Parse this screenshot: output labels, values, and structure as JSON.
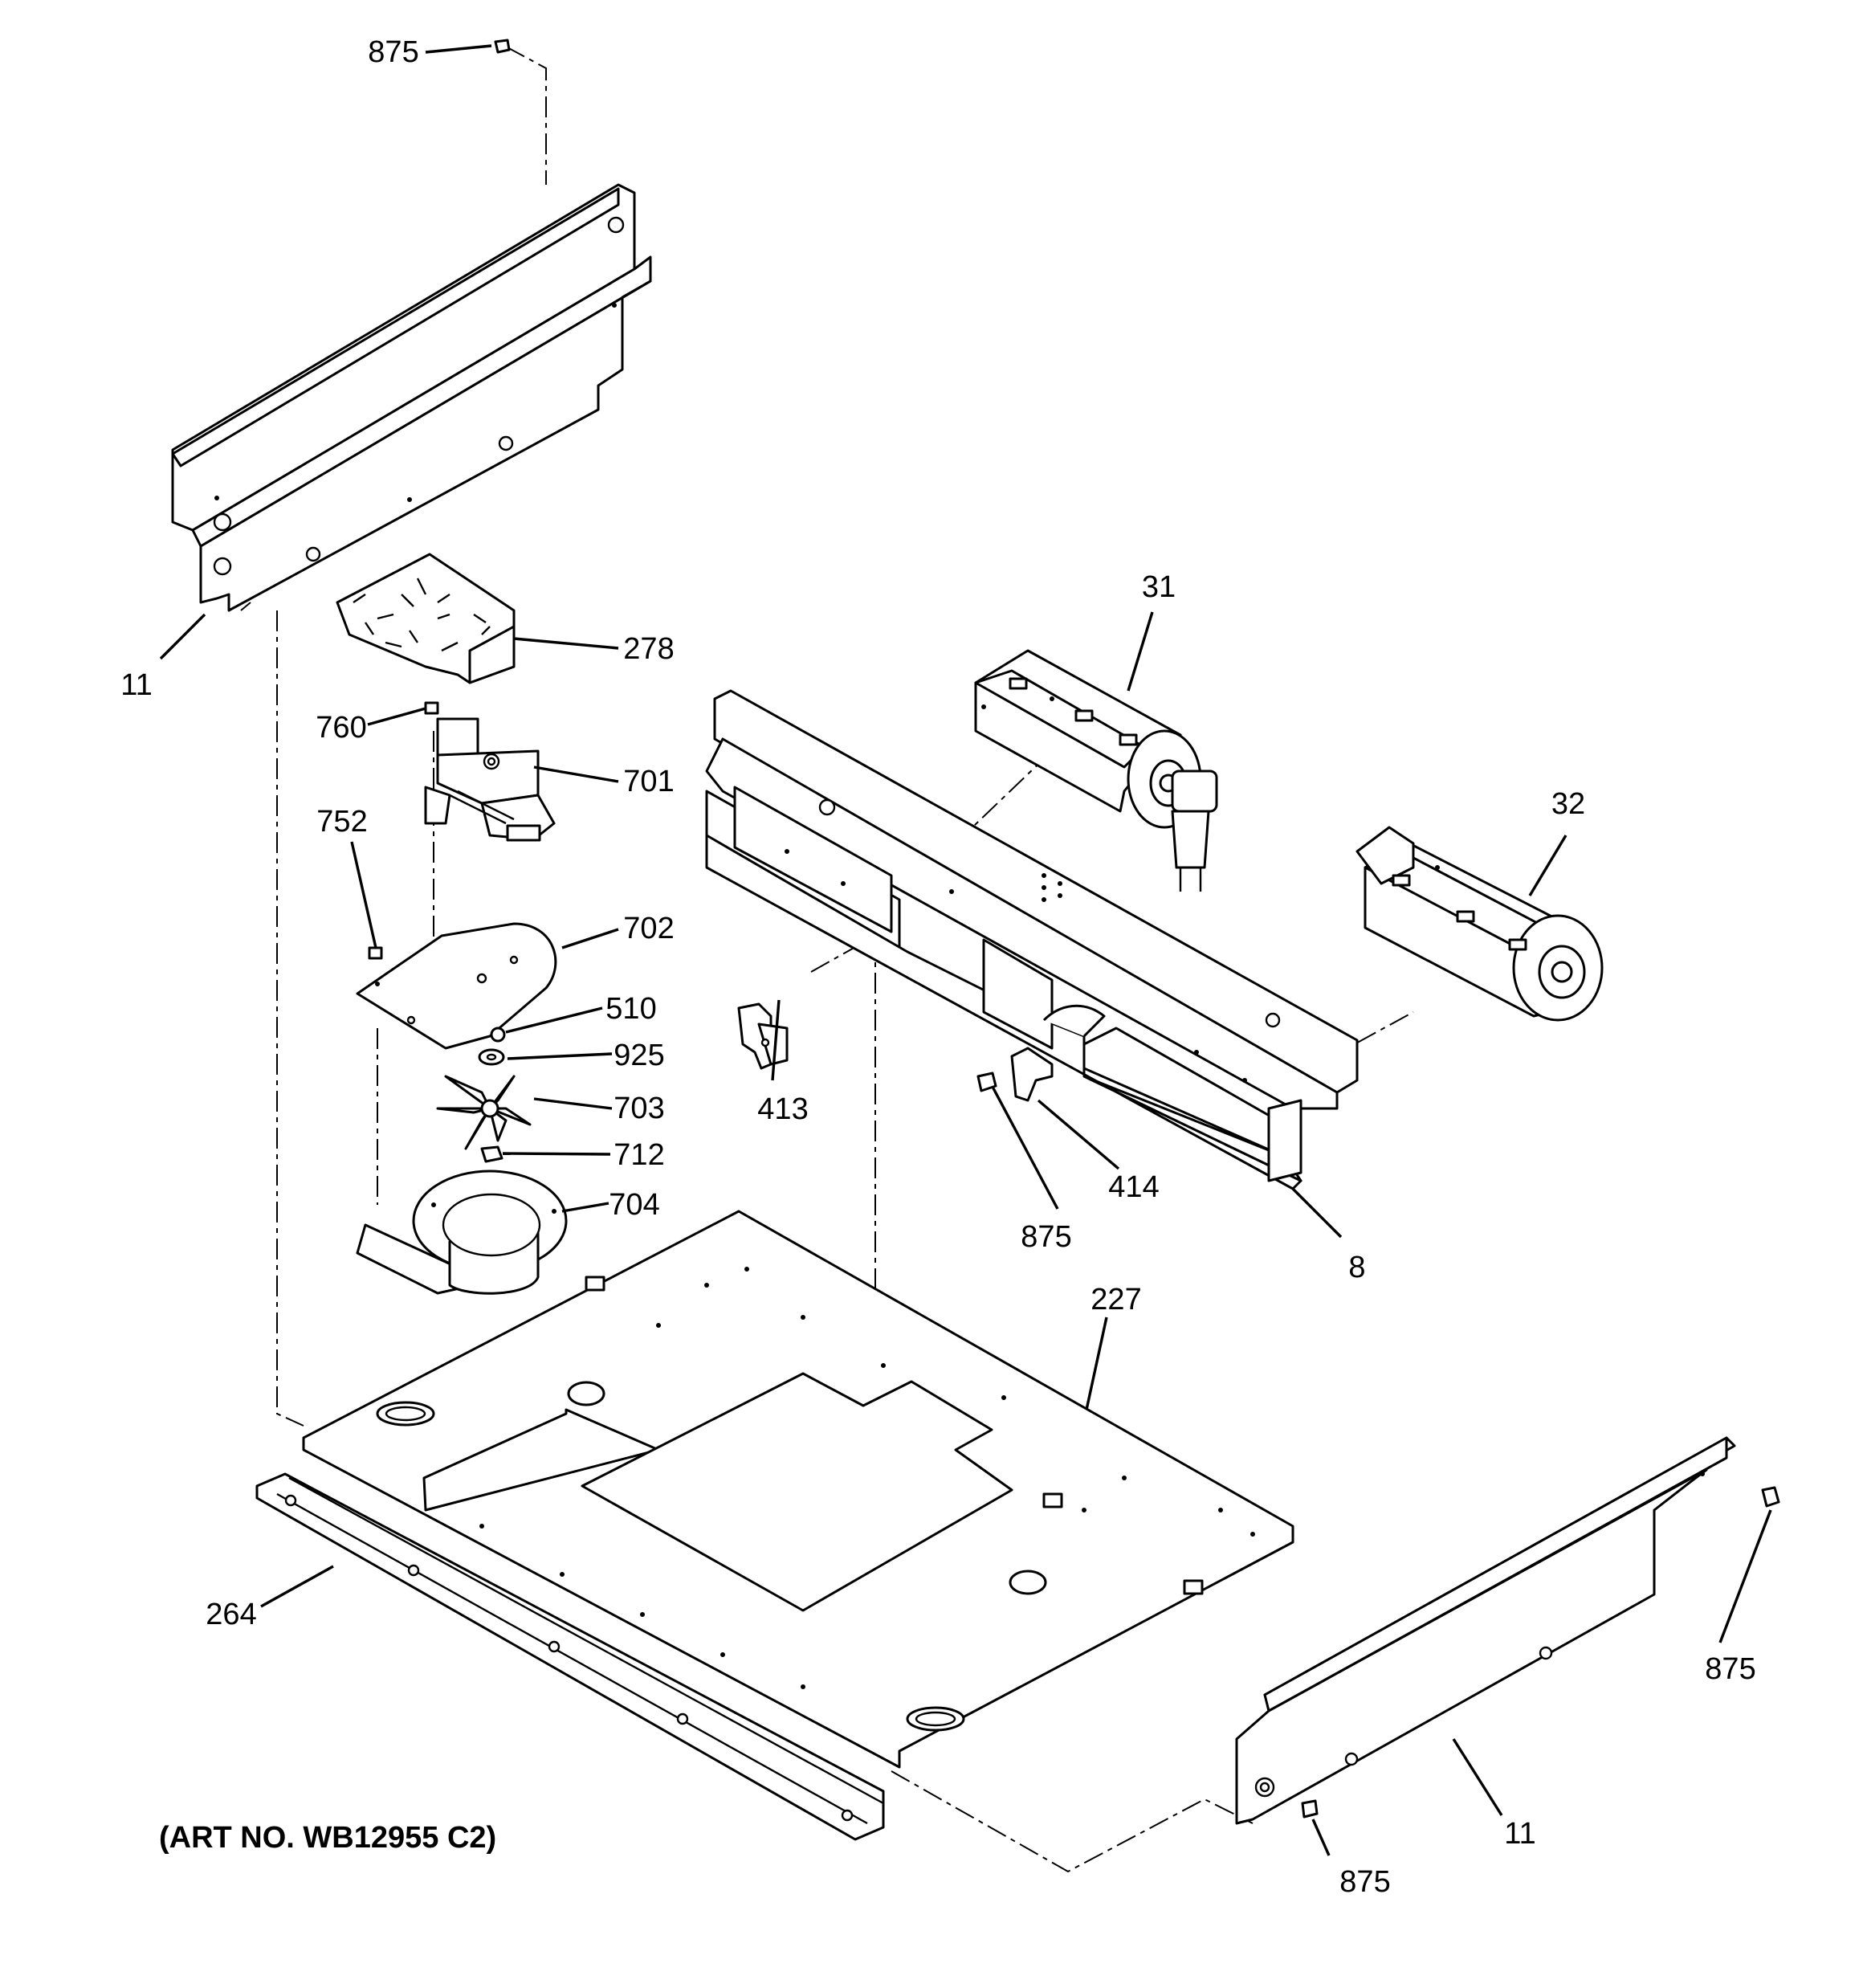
{
  "art_number": "(ART NO. WB12955 C2)",
  "callouts": [
    {
      "id": "c-875-top",
      "label": "875"
    },
    {
      "id": "c-11-left",
      "label": "11"
    },
    {
      "id": "c-278",
      "label": "278"
    },
    {
      "id": "c-760",
      "label": "760"
    },
    {
      "id": "c-701",
      "label": "701"
    },
    {
      "id": "c-752",
      "label": "752"
    },
    {
      "id": "c-702",
      "label": "702"
    },
    {
      "id": "c-510",
      "label": "510"
    },
    {
      "id": "c-925",
      "label": "925"
    },
    {
      "id": "c-703",
      "label": "703"
    },
    {
      "id": "c-712",
      "label": "712"
    },
    {
      "id": "c-704",
      "label": "704"
    },
    {
      "id": "c-31",
      "label": "31"
    },
    {
      "id": "c-32",
      "label": "32"
    },
    {
      "id": "c-413",
      "label": "413"
    },
    {
      "id": "c-414",
      "label": "414"
    },
    {
      "id": "c-875-mid",
      "label": "875"
    },
    {
      "id": "c-8",
      "label": "8"
    },
    {
      "id": "c-227",
      "label": "227"
    },
    {
      "id": "c-264",
      "label": "264"
    },
    {
      "id": "c-875-right",
      "label": "875"
    },
    {
      "id": "c-11-right",
      "label": "11"
    },
    {
      "id": "c-875-bottom",
      "label": "875"
    }
  ]
}
